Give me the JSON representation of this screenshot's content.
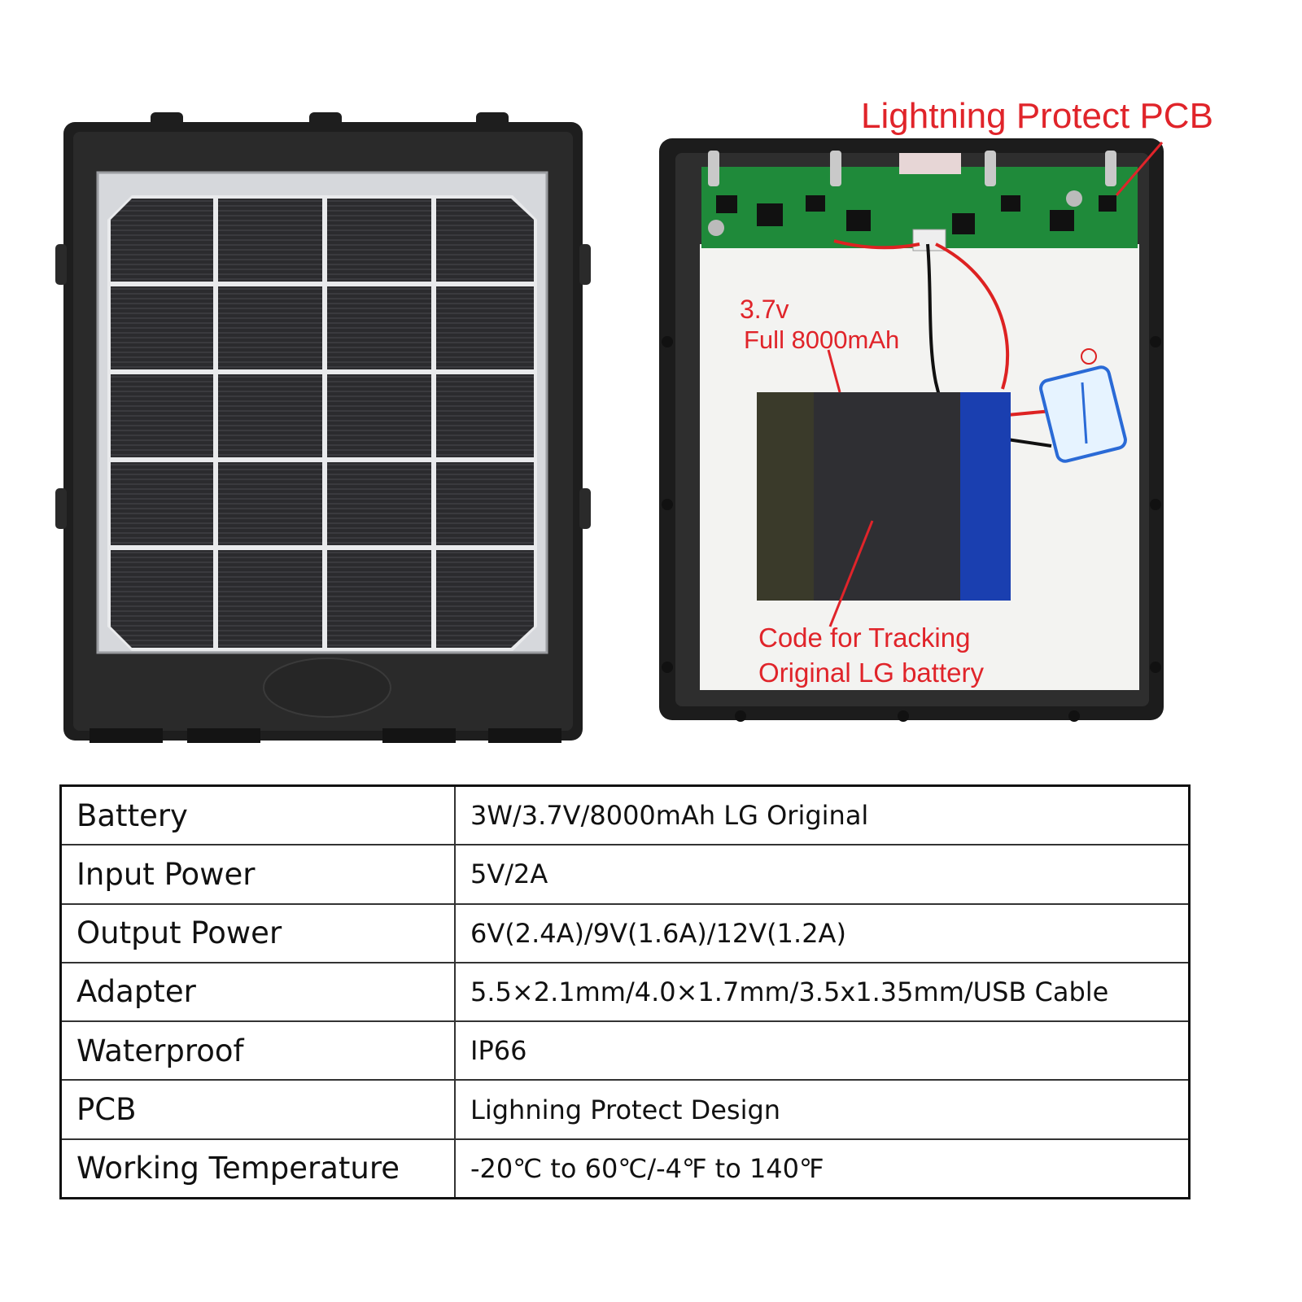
{
  "callouts": {
    "pcb": "Lightning Protect PCB",
    "voltage": "3.7v",
    "capacity": "Full 8000mAh",
    "tracking": "Code for Tracking",
    "original": "Original LG battery"
  },
  "specs": {
    "rows": [
      {
        "label": "Battery",
        "value": "3W/3.7V/8000mAh LG Original"
      },
      {
        "label": "Input Power",
        "value": "5V/2A"
      },
      {
        "label": "Output Power",
        "value": "6V(2.4A)/9V(1.6A)/12V(1.2A)"
      },
      {
        "label": "Adapter",
        "value": "5.5×2.1mm/4.0×1.7mm/3.5x1.35mm/USB Cable"
      },
      {
        "label": "Waterproof",
        "value": "IP66"
      },
      {
        "label": "PCB",
        "value": "Lighning Protect Design"
      },
      {
        "label": "Working Temperature",
        "value": "-20℃ to 60℃/-4℉ to 140℉"
      }
    ]
  },
  "colors": {
    "callout": "#e0242a",
    "pcb_green": "#1f8a3a",
    "battery_blue": "#1a3fb0",
    "housing": "#1c1c1c"
  }
}
